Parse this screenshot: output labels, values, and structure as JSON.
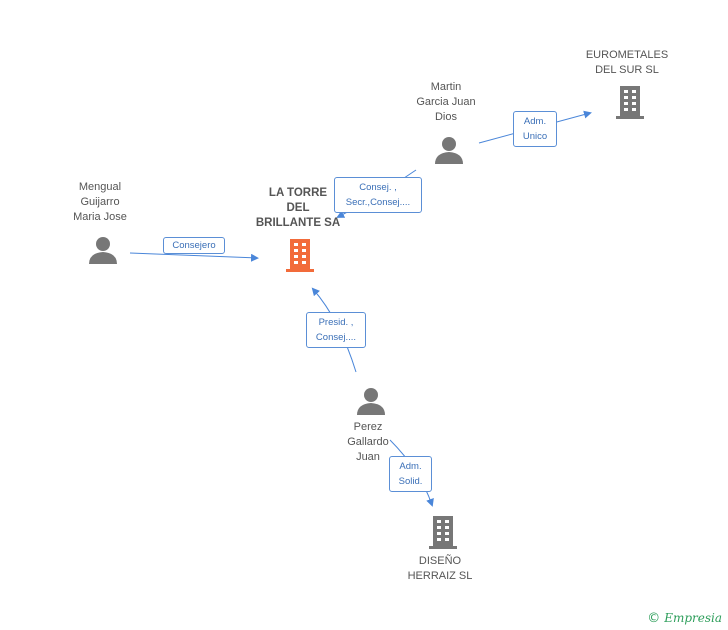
{
  "colors": {
    "edge": "#4a86d9",
    "person": "#777777",
    "company": "#777777",
    "main_company": "#f26b3a",
    "brand": "#2e9e5b"
  },
  "nodes": {
    "main": {
      "lines": [
        "LA TORRE",
        "DEL",
        "BRILLANTE SA"
      ]
    },
    "mengual": {
      "lines": [
        "Mengual",
        "Guijarro",
        "Maria Jose"
      ]
    },
    "martin": {
      "lines": [
        "Martin",
        "Garcia Juan",
        "Dios"
      ]
    },
    "eurometales": {
      "lines": [
        "EUROMETALES",
        "DEL SUR SL"
      ]
    },
    "perez": {
      "lines": [
        "Perez",
        "Gallardo",
        "Juan"
      ]
    },
    "diseno": {
      "lines": [
        "DISEÑO",
        "HERRAIZ SL"
      ]
    }
  },
  "edges": {
    "mengual_main": {
      "lines": [
        "Consejero"
      ]
    },
    "martin_main": {
      "lines": [
        "Consej. ,",
        "Secr.,Consej...."
      ]
    },
    "martin_eurometales": {
      "lines": [
        "Adm.",
        "Unico"
      ]
    },
    "perez_main": {
      "lines": [
        "Presid. ,",
        "Consej...."
      ]
    },
    "perez_diseno": {
      "lines": [
        "Adm.",
        "Solid."
      ]
    }
  },
  "brand": {
    "copyright": "©",
    "name": "Empresia"
  }
}
